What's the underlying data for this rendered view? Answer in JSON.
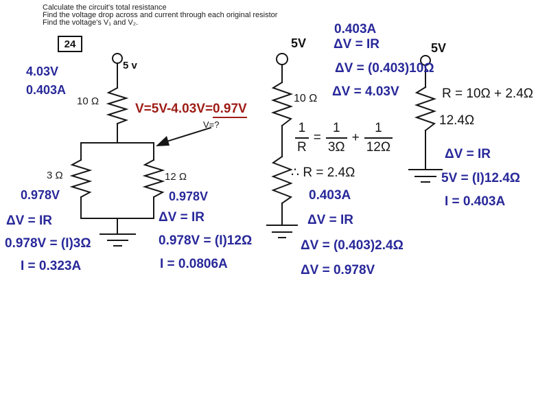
{
  "colors": {
    "blue": "#28289A",
    "red": "#9E1C16",
    "ink": "#151515"
  },
  "header": {
    "line1": "Calculate the circuit's total resistance",
    "line2": "Find the voltage drop across and current through each original resistor",
    "line3": "Find the voltage's V₁ and V₂.",
    "problem_number": "24"
  },
  "left_circuit": {
    "source_label": "5 v",
    "top_resistor": "10 Ω",
    "voltage_annotation": "4.03V",
    "current_annotation": "0.403A",
    "red_formula_plain": "V=5V-4.03V=",
    "red_formula_underlined": "0.97V",
    "voltage_question": "V=?",
    "left_branch_resistor": "3 Ω",
    "right_branch_resistor": "12 Ω",
    "left_branch_voltage": "0.978V",
    "right_branch_voltage": "0.978V",
    "left_work": [
      "ΔV = IR",
      "0.978V = (I)3Ω",
      "I = 0.323A"
    ],
    "right_work": [
      "ΔV = IR",
      "0.978V = (I)12Ω",
      "I = 0.0806A"
    ]
  },
  "middle_circuit": {
    "source_label": "5V",
    "top_resistor": "10 Ω",
    "top_work": [
      "0.403A",
      "ΔV = IR",
      "ΔV = (0.403)10Ω",
      "ΔV = 4.03V"
    ],
    "fraction": {
      "num1": "1",
      "den1": "R",
      "eq": "=",
      "num2": "1",
      "den2": "3Ω",
      "plus": "+",
      "num3": "1",
      "den3": "12Ω"
    },
    "therefore": "∴ R = 2.4Ω",
    "bottom_work": [
      "0.403A",
      "ΔV = IR",
      "ΔV = (0.403)2.4Ω",
      "ΔV = 0.978V"
    ]
  },
  "right_circuit": {
    "source_label": "5V",
    "total_resistance_line1": "R = 10Ω + 2.4Ω",
    "total_resistance_line2": "12.4Ω",
    "work": [
      "ΔV = IR",
      "5V = (I)12.4Ω",
      "I = 0.403A"
    ]
  }
}
